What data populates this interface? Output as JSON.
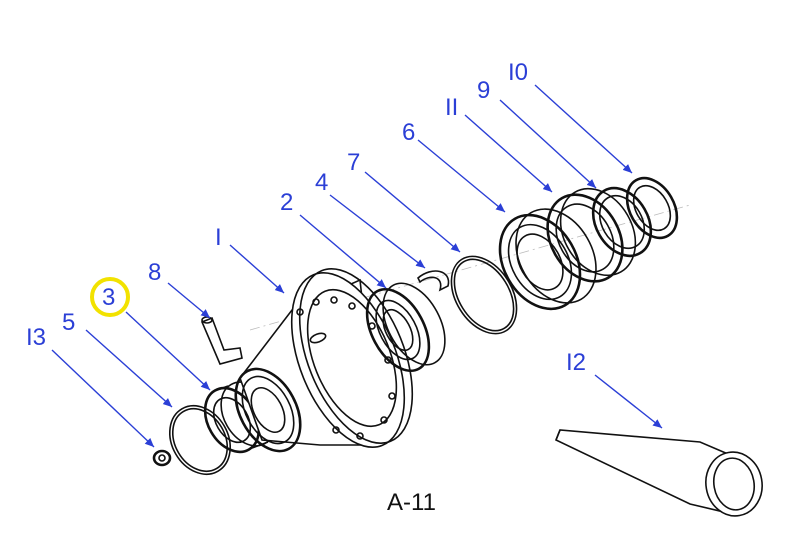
{
  "caption": "A-11",
  "highlight_color": "#f2e200",
  "label_color": "#2b3fd6",
  "callouts": [
    {
      "id": "1",
      "text": "I"
    },
    {
      "id": "2",
      "text": "2"
    },
    {
      "id": "3",
      "text": "3",
      "highlighted": true
    },
    {
      "id": "4",
      "text": "4"
    },
    {
      "id": "5",
      "text": "5"
    },
    {
      "id": "6",
      "text": "6"
    },
    {
      "id": "7",
      "text": "7"
    },
    {
      "id": "8",
      "text": "8"
    },
    {
      "id": "9",
      "text": "9"
    },
    {
      "id": "10",
      "text": "I0"
    },
    {
      "id": "11",
      "text": "II"
    },
    {
      "id": "12",
      "text": "I2"
    },
    {
      "id": "13",
      "text": "I3"
    }
  ]
}
